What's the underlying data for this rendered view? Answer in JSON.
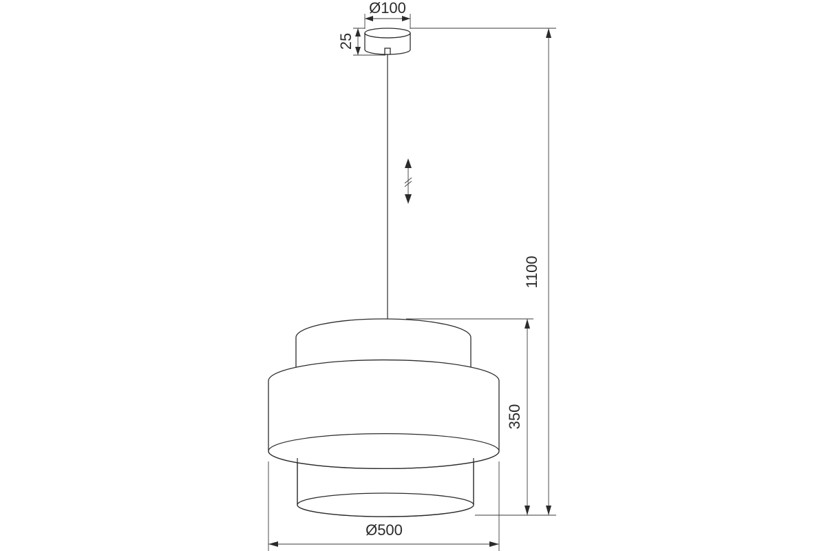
{
  "drawing": {
    "labels": {
      "canopy_diameter": "Ø100",
      "canopy_height": "25",
      "overall_height": "1100",
      "shade_height": "350",
      "shade_diameter": "Ø500"
    }
  }
}
